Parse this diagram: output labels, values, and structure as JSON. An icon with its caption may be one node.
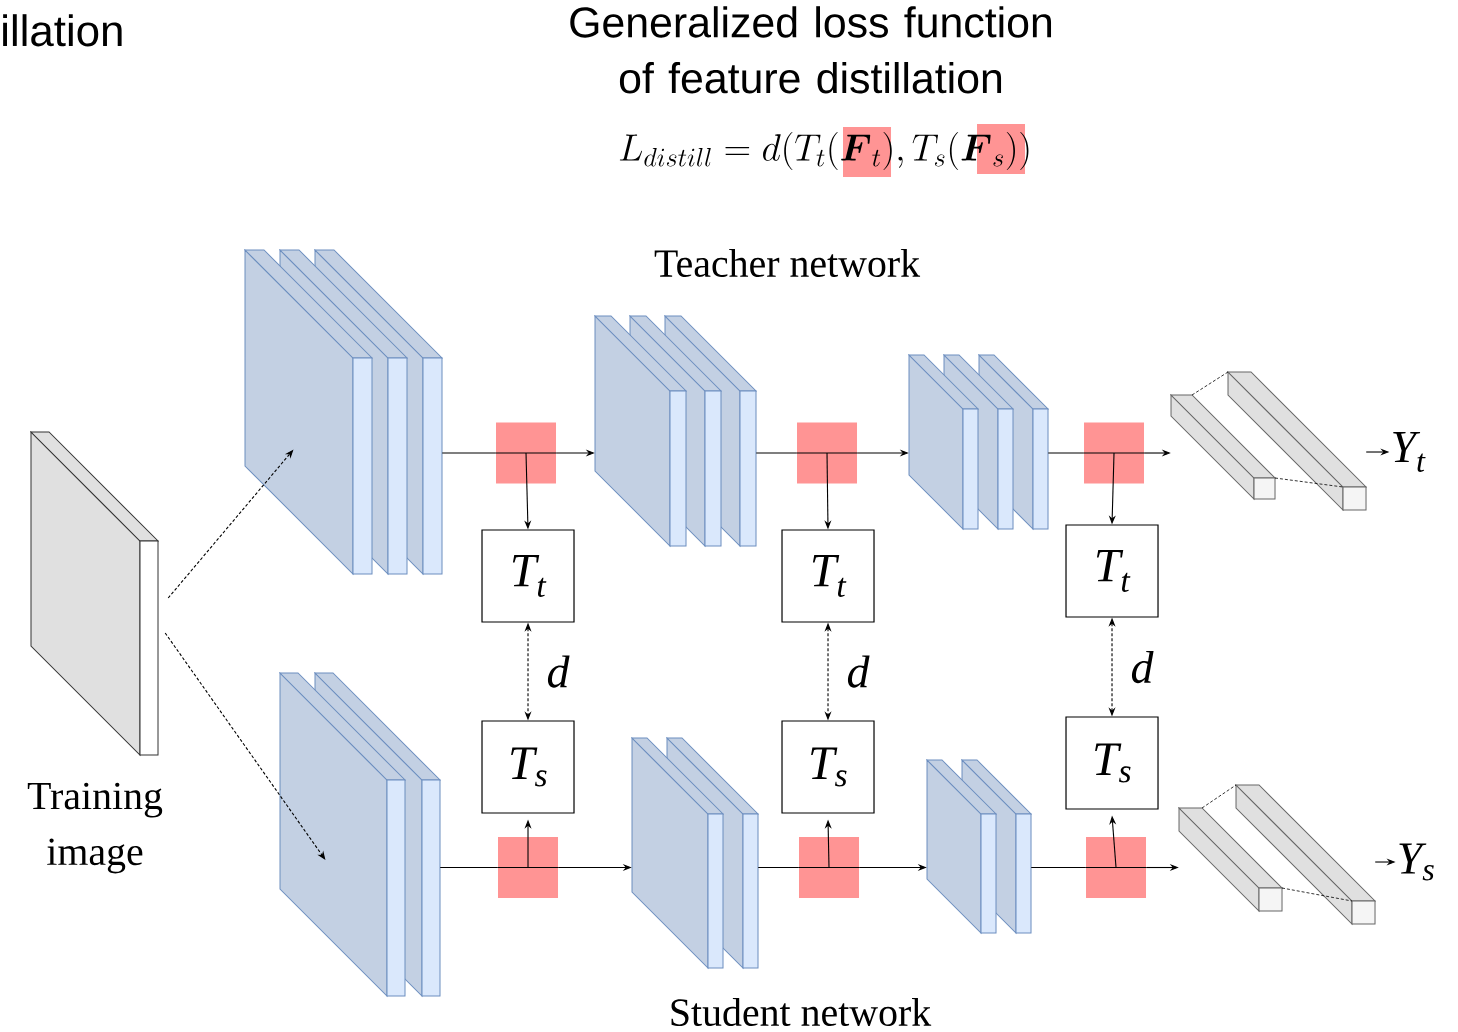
{
  "diagram": {
    "title": "Generalized loss function of feature distillation",
    "nodes": [
      {
        "text": [
          "Training image"
        ]
      },
      {
        "text": [],
        "shape": "picture"
      },
      {
        "text": [],
        "shape": "picture"
      },
      {
        "text": [],
        "shape": "picture"
      },
      {
        "text": [],
        "shape": "picture"
      },
      {
        "text": [],
        "shape": "picture"
      },
      {
        "text": [],
        "shape": "picture"
      },
      {
        "text": [],
        "shape": "picture"
      },
      {
        "text": [],
        "shape": "picture"
      },
      {
        "text": [
          "T$_{t}$"
        ]
      },
      {
        "text": [
          "T$_{t}$"
        ]
      },
      {
        "text": [
          "T$_{t}$"
        ]
      },
      {
        "text": [
          "T$_{s}$"
        ]
      },
      {
        "text": [
          "T$_{s}$"
        ]
      },
      {
        "text": [
          "T$_{s}$"
        ]
      },
      {
        "text": [
          "Y$_{t}$"
        ]
      },
      {
        "text": [
          "Y$_{s}$"
        ]
      },
      {
        "text": [],
        "shape": "box"
      },
      {
        "text": [],
        "shape": "box"
      },
      {
        "text": [],
        "shape": "box"
      },
      {
        "text": [],
        "shape": "box"
      },
      {
        "text": [],
        "shape": "box"
      },
      {
        "text": [],
        "shape": "box"
      }
    ],
    "edges": [
      {
        "from": 0,
        "to": 1,
        "arrow": "to",
        "style": "dashed"
      },
      {
        "from": 0,
        "to": 5,
        "arrow": "to",
        "style": "dashed"
      },
      {
        "from": 1,
        "to": 17,
        "arrow": "none"
      },
      {
        "from": 17,
        "to": 2,
        "arrow": "to"
      },
      {
        "from": 2,
        "to": 18,
        "arrow": "none"
      },
      {
        "from": 18,
        "to": 3,
        "arrow": "to"
      },
      {
        "from": 3,
        "to": 19,
        "arrow": "none"
      },
      {
        "from": 19,
        "to": 4,
        "arrow": "to"
      },
      {
        "from": 4,
        "to": 15,
        "arrow": "to"
      },
      {
        "from": 5,
        "to": 20,
        "arrow": "none"
      },
      {
        "from": 20,
        "to": 6,
        "arrow": "to"
      },
      {
        "from": 6,
        "to": 21,
        "arrow": "none"
      },
      {
        "from": 21,
        "to": 7,
        "arrow": "to"
      },
      {
        "from": 7,
        "to": 22,
        "arrow": "none"
      },
      {
        "from": 22,
        "to": 8,
        "arrow": "to"
      },
      {
        "from": 8,
        "to": 16,
        "arrow": "to"
      },
      {
        "from": 17,
        "to": 9,
        "arrow": "to"
      },
      {
        "from": 18,
        "to": 10,
        "arrow": "to"
      },
      {
        "from": 19,
        "to": 11,
        "arrow": "to"
      },
      {
        "from": 20,
        "to": 12,
        "arrow": "to"
      },
      {
        "from": 21,
        "to": 13,
        "arrow": "to"
      },
      {
        "from": 22,
        "to": 14,
        "arrow": "to"
      },
      {
        "from": 9,
        "to": 12,
        "arrow": "both",
        "style": "dashed",
        "label": "d"
      },
      {
        "from": 10,
        "to": 13,
        "arrow": "both",
        "style": "dashed",
        "label": "d"
      },
      {
        "from": 11,
        "to": 14,
        "arrow": "both",
        "style": "dashed",
        "label": "d"
      }
    ],
    "labels": [
      "illation",
      "L_{distill} = d(T_t(\\boldsymbol{F}_t), T_s(\\boldsymbol{F}_s))",
      "Teacher network",
      "Student network"
    ]
  }
}
